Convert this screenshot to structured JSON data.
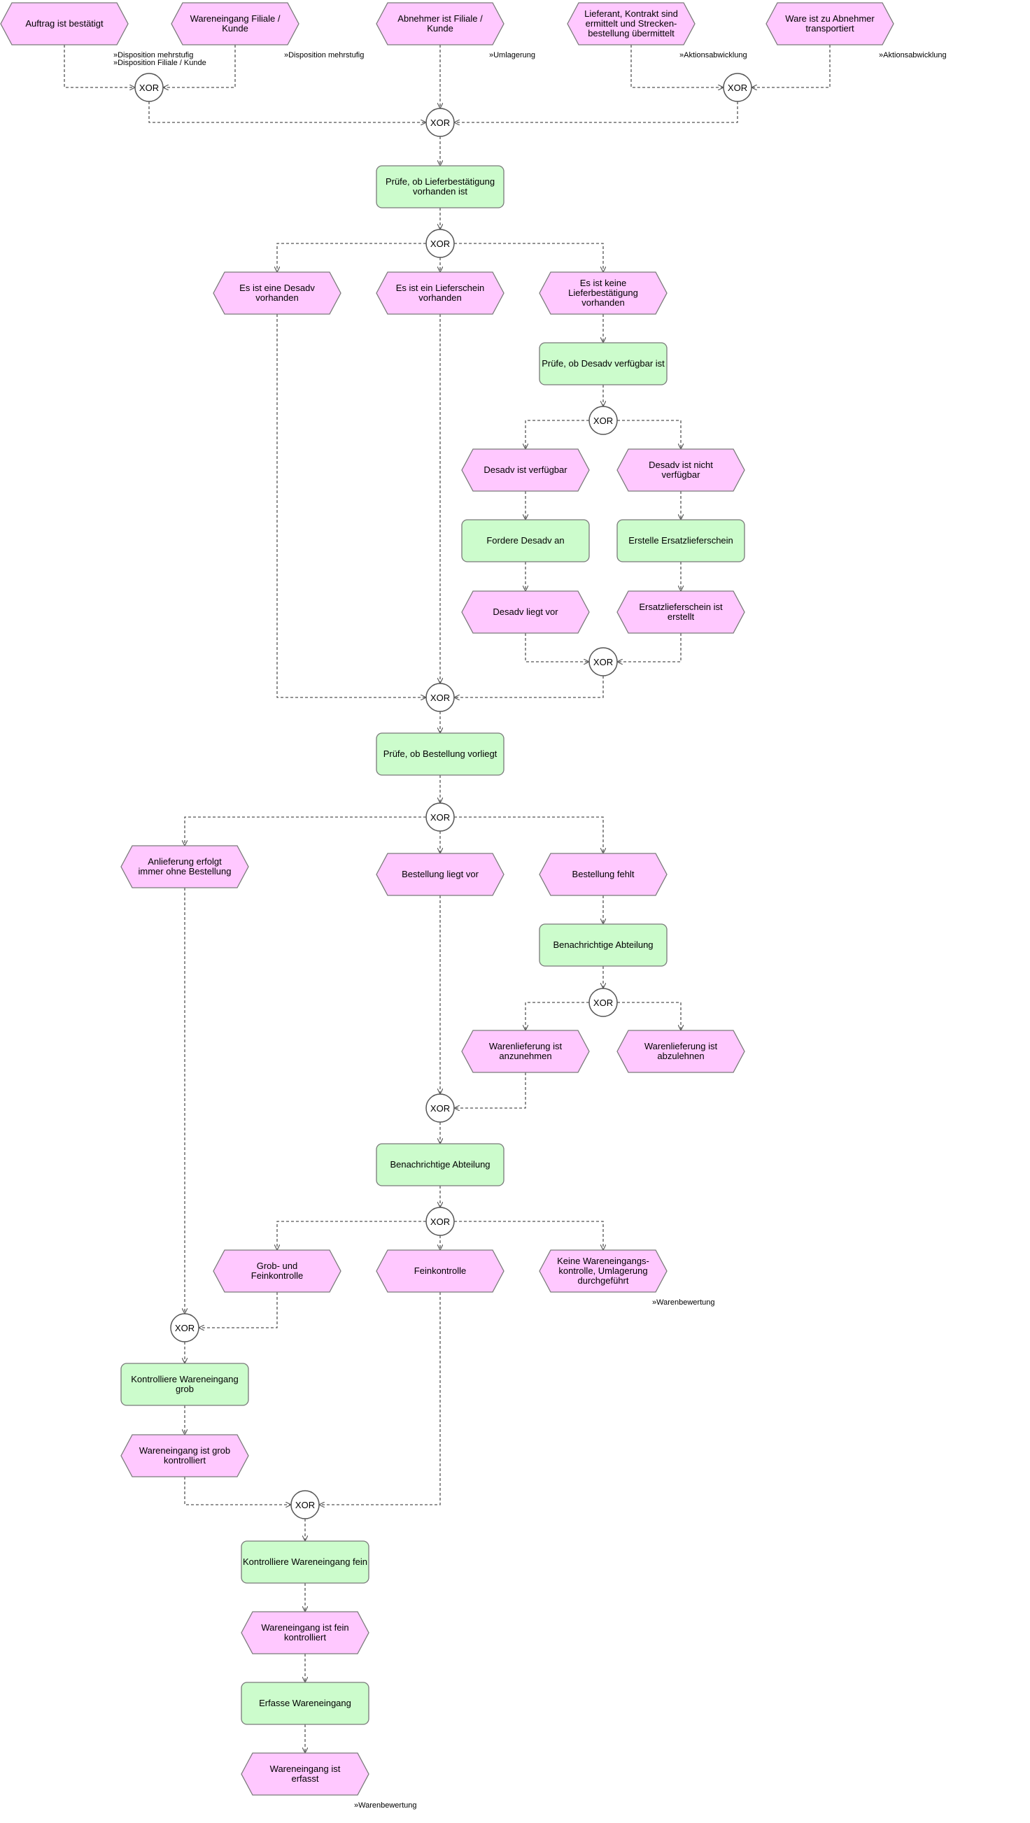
{
  "colors": {
    "event": "#ffc8ff",
    "function": "#ccfccc",
    "connector": "#ffffff",
    "line": "#555555"
  },
  "connector_label": "XOR",
  "events": {
    "e_auftrag": "Auftrag ist bestätigt",
    "e_wareneingang": "Wareneingang Filiale / Kunde",
    "e_abnehmer": "Abnehmer ist Filiale / Kunde",
    "e_lieferant": "Lieferant, Kontrakt sind ermittelt und Strecken-bestellung übermittelt",
    "e_ware": "Ware ist zu Abnehmer transportiert",
    "e_desadv": "Es ist eine Desadv vorhanden",
    "e_lieferschein": "Es ist ein Lieferschein vorhanden",
    "e_keine_lb": "Es ist keine Lieferbestätigung vorhanden",
    "e_desadv_verf": "Desadv ist verfügbar",
    "e_desadv_nicht": "Desadv ist nicht verfügbar",
    "e_desadv_vor": "Desadv liegt vor",
    "e_ersatz_erstellt": "Ersatzlieferschein ist erstellt",
    "e_anlieferung": "Anlieferung erfolgt immer ohne Bestellung",
    "e_bestellung_vor": "Bestellung liegt vor",
    "e_bestellung_fehlt": "Bestellung fehlt",
    "e_anzunehmen": "Warenlieferung ist anzunehmen",
    "e_abzulehnen": "Warenlieferung ist abzulehnen",
    "e_grob_fein": "Grob- und Feinkontrolle",
    "e_fein": "Feinkontrolle",
    "e_keine_we": "Keine Wareneingangs-kontrolle, Umlagerung durchgeführt",
    "e_grob_kontrolliert": "Wareneingang ist grob kontrolliert",
    "e_fein_kontrolliert": "Wareneingang ist fein kontrolliert",
    "e_erfasst": "Wareneingang ist erfasst"
  },
  "functions": {
    "f_pruefe_lb": "Prüfe, ob Lieferbestätigung vorhanden ist",
    "f_pruefe_desadv": "Prüfe, ob Desadv verfügbar ist",
    "f_fordere": "Fordere Desadv an",
    "f_ersatz": "Erstelle Ersatzlieferschein",
    "f_pruefe_best": "Prüfe, ob Bestellung vorliegt",
    "f_benach1": "Benachrichtige Abteilung",
    "f_benach2": "Benachrichtige Abteilung",
    "f_grob": "Kontrolliere Wareneingang grob",
    "f_fein": "Kontrolliere Wareneingang fein",
    "f_erfasse": "Erfasse Wareneingang"
  },
  "notes": {
    "n_disp1": "»Disposition mehrstufig",
    "n_disp2": "»Disposition Filiale / Kunde",
    "n_disp3": "»Disposition mehrstufig",
    "n_uml": "»Umlagerung",
    "n_akt1": "»Aktionsabwicklung",
    "n_akt2": "»Aktionsabwicklung",
    "n_wb1": "»Warenbewertung",
    "n_wb2": "»Warenbewertung"
  }
}
